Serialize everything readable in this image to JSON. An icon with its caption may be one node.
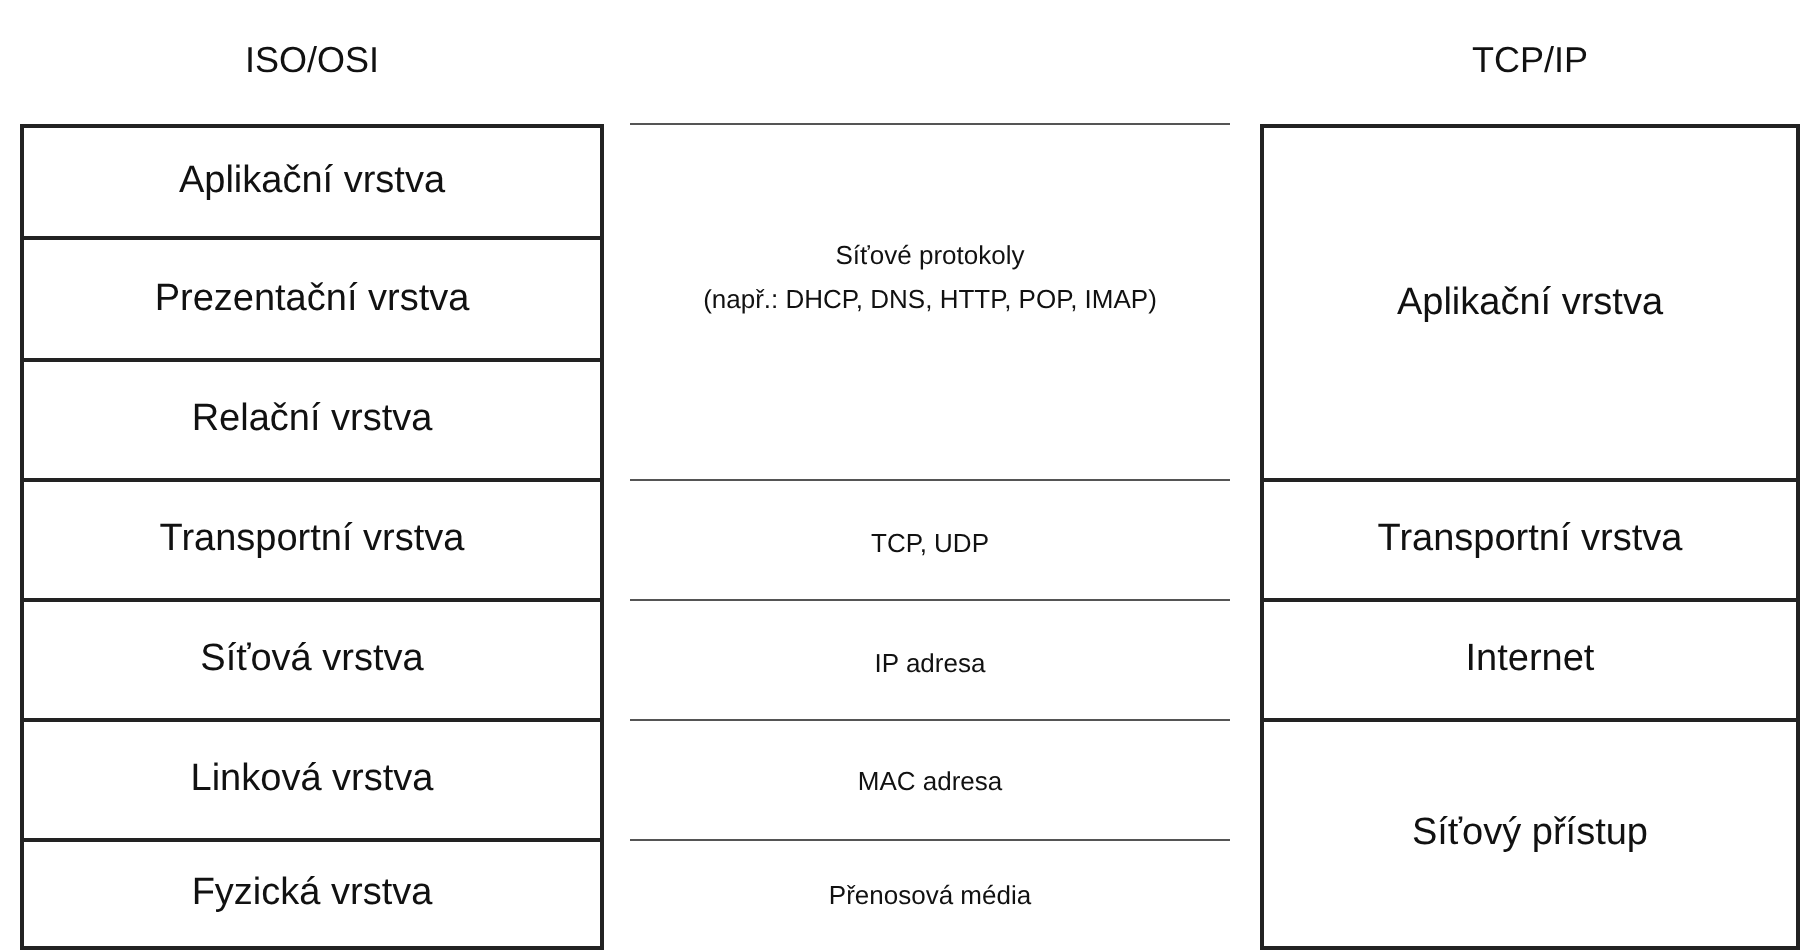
{
  "diagram": {
    "nodes": [
      {
        "text": [
          "Aplikační vrstva"
        ]
      },
      {
        "text": [
          "Prezentační vrstva"
        ]
      },
      {
        "text": [
          "Relační vrstva"
        ]
      },
      {
        "text": [
          "Transportní vrstva"
        ]
      },
      {
        "text": [
          "Síťová vrstva"
        ]
      },
      {
        "text": [
          "Linková vrstva"
        ]
      },
      {
        "text": [
          "Fyzická vrstva"
        ]
      },
      {
        "text": [
          "Aplikační vrstva"
        ]
      },
      {
        "text": [
          "Transportní vrstva"
        ]
      },
      {
        "text": [
          "Internet"
        ]
      },
      {
        "text": [
          "Síťový přístup"
        ]
      }
    ],
    "edges": [],
    "labels": [
      "ISO/OSI",
      "TCP/IP",
      "Síťové protokoly",
      "(např.: DHCP, DNS, HTTP, POP, IMAP)",
      "TCP, UDP",
      "IP adresa",
      "MAC adresa",
      "Přenosová média"
    ]
  }
}
